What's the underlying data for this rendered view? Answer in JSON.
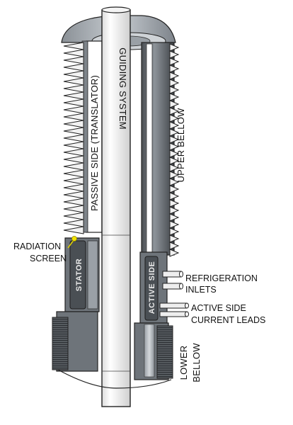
{
  "labels": {
    "guiding_system": "GUIDING SYSTEM",
    "passive_side": "PASSIVE SIDE (TRANSLATOR)",
    "upper_bellow": "UPPER BELLOW",
    "radiation_line1": "RADIATION",
    "radiation_line2": "SCREEN",
    "stator": "STATOR",
    "active_side_inner": "ACTIVE SIDE",
    "refrigeration_line1": "REFRIGERATION",
    "refrigeration_line2": "INLETS",
    "active_leads_line1": "ACTIVE SIDE",
    "active_leads_line2": "CURRENT LEADS",
    "lower_line1": "LOWER",
    "lower_line2": "BELLOW"
  },
  "colors": {
    "outline": "#222222",
    "steel_dark": "#3c3f43",
    "steel_mid": "#6f757b",
    "steel_light": "#b7bcc1",
    "bellow_light": "#f2f2f2",
    "indicator_dot": "#f2e200"
  }
}
